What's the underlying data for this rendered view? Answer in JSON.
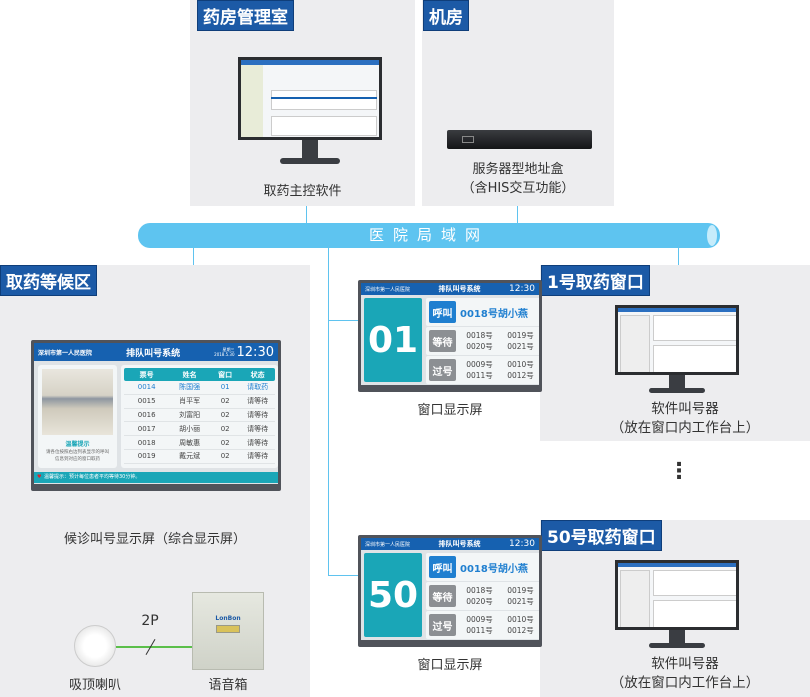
{
  "network_label": "医院局域网",
  "pharmacy_room": {
    "tag": "药房管理室",
    "device_label": "取药主控软件"
  },
  "server_room": {
    "tag": "机房",
    "device_label": "服务器型地址盒",
    "device_sublabel": "（含HIS交互功能）"
  },
  "waiting_area": {
    "tag": "取药等候区",
    "screen": {
      "hospital": "深圳市第一人民医院",
      "title": "排队叫号系统",
      "weekday": "星期三",
      "date": "2018.5.30",
      "time": "12:30",
      "notice_title": "温馨提示",
      "notice_text": "请各位按照右边列表显示的呼叫信息到对应的窗口取药",
      "columns": [
        "票号",
        "姓名",
        "窗口",
        "状态"
      ],
      "rows": [
        [
          "0014",
          "陈国强",
          "01",
          "请取药"
        ],
        [
          "0015",
          "肖平军",
          "02",
          "请等待"
        ],
        [
          "0016",
          "刘富阳",
          "02",
          "请等待"
        ],
        [
          "0017",
          "胡小丽",
          "02",
          "请等待"
        ],
        [
          "0018",
          "周敏惠",
          "02",
          "请等待"
        ],
        [
          "0019",
          "戴元斌",
          "02",
          "请等待"
        ]
      ],
      "ticker": "温馨提示：预计每位患者平均等待30分钟。"
    },
    "screen_label": "候诊叫号显示屏（综合显示屏）",
    "speaker_label": "吸顶喇叭",
    "wire_label": "2P",
    "box_label": "语音箱",
    "box_brand": "LonBon"
  },
  "windows": [
    {
      "tag": "1号取药窗口",
      "number": "01",
      "call_label": "呼叫",
      "call_value": "0018号胡小燕",
      "wait_label": "等待",
      "wait": [
        "0018号",
        "0019号",
        "0020号",
        "0021号"
      ],
      "pass_label": "过号",
      "passed": [
        "0009号",
        "0010号",
        "0011号",
        "0012号"
      ],
      "screen_label": "窗口显示屏",
      "software_label": "软件叫号器",
      "software_sublabel": "（放在窗口内工作台上）"
    },
    {
      "tag": "50号取药窗口",
      "number": "50",
      "call_label": "呼叫",
      "call_value": "0018号胡小燕",
      "wait_label": "等待",
      "wait": [
        "0018号",
        "0019号",
        "0020号",
        "0021号"
      ],
      "pass_label": "过号",
      "passed": [
        "0009号",
        "0010号",
        "0011号",
        "0012号"
      ],
      "screen_label": "窗口显示屏",
      "software_label": "软件叫号器",
      "software_sublabel": "（放在窗口内工作台上）"
    }
  ],
  "ellipsis": "⋮",
  "colors": {
    "tag": "#1c5aa6",
    "network": "#5ec4f0",
    "teal": "#1aa6b7",
    "call": "#1f7fd0",
    "panel": "#ededef"
  }
}
